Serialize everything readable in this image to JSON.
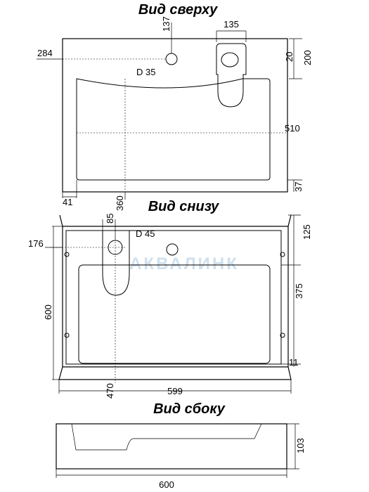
{
  "views": {
    "top": {
      "title": "Вид сверху"
    },
    "bottom": {
      "title": "Вид снизу"
    },
    "side": {
      "title": "Вид сбоку"
    }
  },
  "dimensions": {
    "top": {
      "d137": "137",
      "d135": "135",
      "d284": "284",
      "d20": "20",
      "d200": "200",
      "hole": "D 35",
      "d510": "510",
      "d37": "37",
      "d41": "41",
      "d360": "360"
    },
    "bottom": {
      "d85": "85",
      "hole": "D 45",
      "d125": "125",
      "d176": "176",
      "d375": "375",
      "d600": "600",
      "d11": "11",
      "d470": "470",
      "d599": "599"
    },
    "side": {
      "d103": "103",
      "d600": "600"
    }
  },
  "watermark": {
    "text": "АКВАЛИНК",
    "color": "#cfe0ee"
  }
}
